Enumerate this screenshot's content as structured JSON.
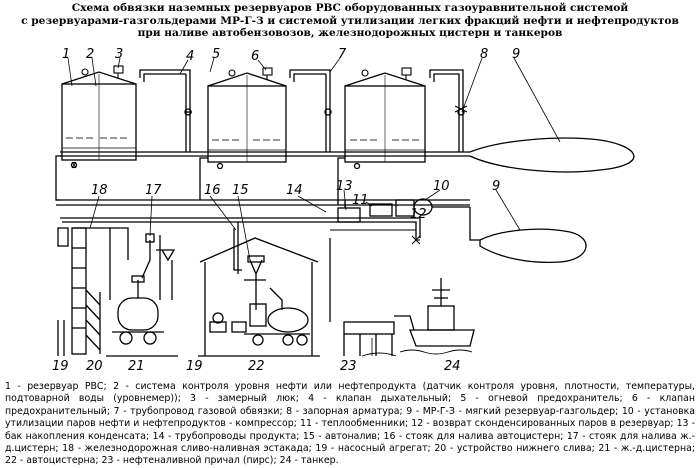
{
  "title": {
    "line1": "Схема обвязки наземных резервуаров РВС оборудованных газоуравнительной системой",
    "line2": "с резервуарами-газгольдерами МР-Г-З и системой утилизации легких фракций нефти и нефтепродуктов",
    "line3": "при наливе автобензовозов, железнодорожных цистерн и танкеров"
  },
  "callouts": {
    "n1": "1",
    "n2": "2",
    "n3": "3",
    "n4": "4",
    "n5": "5",
    "n6": "6",
    "n7": "7",
    "n8": "8",
    "n9a": "9",
    "n9b": "9",
    "n10": "10",
    "n11": "11",
    "n12": "12",
    "n13": "13",
    "n14": "14",
    "n15": "15",
    "n16": "16",
    "n17": "17",
    "n18": "18",
    "n19a": "19",
    "n19b": "19",
    "n20": "20",
    "n21": "21",
    "n22": "22",
    "n23": "23",
    "n24": "24"
  },
  "legend": "1 - резервуар РВС; 2 - система контроля уровня нефти или нефтепродукта (датчик контроля уровня, плотности, температуры, подтоварной воды (уровнемер)); 3 - замерный люк; 4 - клапан дыхательный; 5 - огневой предохранитель; 6 - клапан предохранительный; 7 - трубопровод газовой обвязки; 8 - запорная арматура; 9 - МР-Г-З - мягкий резервуар-газгольдер; 10 - установка утилизации паров нефти и нефтепродуктов - компрессор; 11 - теплообменники; 12 - возврат сконденсированных паров в резервуар; 13 - бак накопления конденсата; 14 - трубопроводы продукта; 15 - автоналив; 16 - стояк для налива автоцистерн; 17 - стояк для налива ж.-д.цистерн; 18 - железнодорожная сливо-наливная эстакада; 19 - насосный агрегат; 20 - устройство нижнего слива; 21 - ж.-д.цистерна; 22 - автоцистерна; 23 - нефтеналивной причал (пирс); 24 - танкер."
}
